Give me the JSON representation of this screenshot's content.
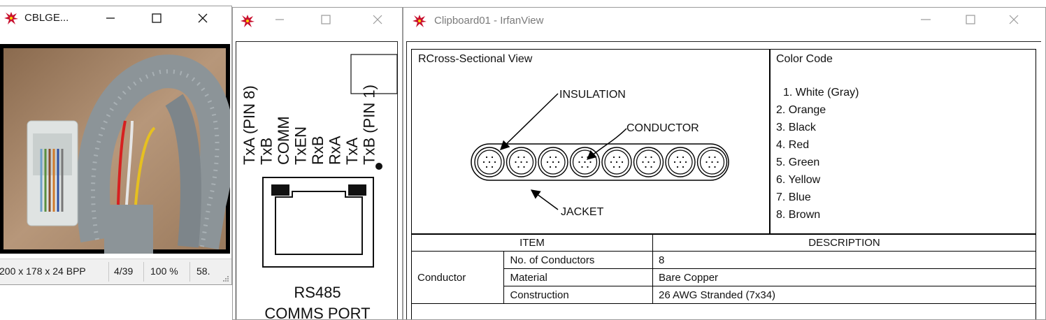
{
  "window1": {
    "title": "CBLGE...",
    "status": {
      "dims": "200 x 178 x 24 BPP",
      "index": "4/39",
      "zoom": "100 %",
      "size": "58."
    }
  },
  "window2": {
    "pins": [
      "TxA (PIN 8)",
      "TxB",
      "COMM",
      "TxEN",
      "RxB",
      "RxA",
      "TxA",
      "TxB (PIN 1)"
    ],
    "caption_line1": "RS485",
    "caption_line2": "COMMS PORT"
  },
  "window3": {
    "title": "Clipboard01 - IrfanView",
    "diagram": {
      "heading": "RCross-Sectional View",
      "labels": {
        "insulation": "INSULATION",
        "conductor": "CONDUCTOR",
        "jacket": "JACKET"
      }
    },
    "color_code": {
      "heading": "Color Code",
      "items": [
        "1. White  (Gray)",
        "2. Orange",
        "3. Black",
        "4. Red",
        "5. Green",
        "6. Yellow",
        "7. Blue",
        "8. Brown"
      ]
    },
    "table": {
      "headers": [
        "ITEM",
        "DESCRIPTION"
      ],
      "group": "Conductor",
      "rows": [
        {
          "item": "No. of Conductors",
          "desc": "8"
        },
        {
          "item": "Material",
          "desc": "Bare Copper"
        },
        {
          "item": "Construction",
          "desc": "26 AWG Stranded (7x34)"
        }
      ]
    }
  },
  "colors": {
    "cable_gray": "#8c9498",
    "icon_red": "#c8102e"
  }
}
